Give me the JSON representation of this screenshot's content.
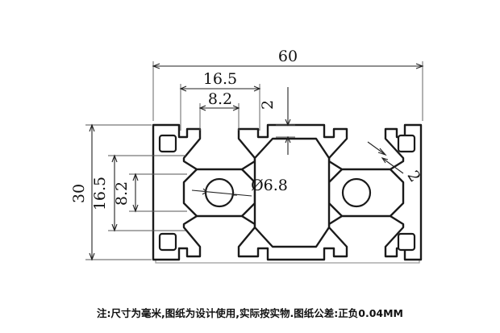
{
  "dimensions": {
    "overall_width": "60",
    "slot_outer_width": "16.5",
    "slot_inner_width": "8.2",
    "lip_thickness": "2",
    "overall_height": "30",
    "side_slot_outer": "16.5",
    "side_slot_inner": "8.2",
    "hole_diameter": "Ø6.8",
    "wall_thickness": "2"
  },
  "note": "注:尺寸为毫米,图纸为设计使用,实际按实物.图纸公差:正负0.04MM"
}
